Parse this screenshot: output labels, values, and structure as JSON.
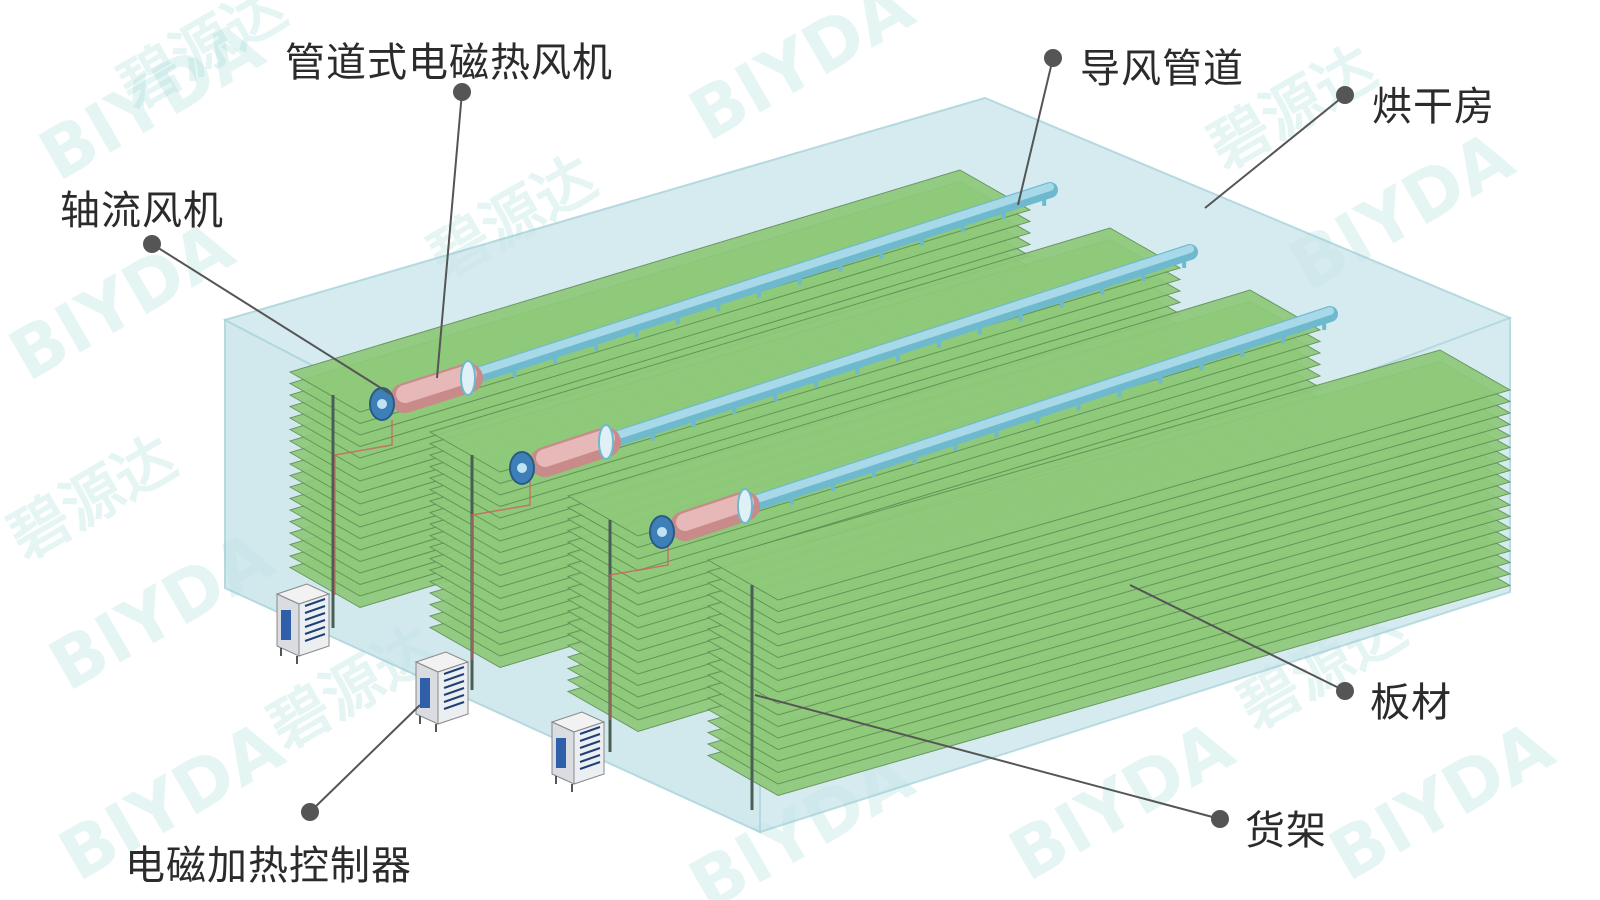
{
  "labels": {
    "axial_fan": "轴流风机",
    "duct_heater": "管道式电磁热风机",
    "air_duct": "导风管道",
    "drying_room": "烘干房",
    "board": "板材",
    "rack": "货架",
    "controller": "电磁加热控制器"
  },
  "watermark": {
    "latin": "BIYDA",
    "chinese": "碧源达"
  },
  "colors": {
    "room_glass": "#bfe1e6",
    "board_green": "#8fc97a",
    "duct_blue": "#a8d9e8",
    "heater_pink": "#e7b8b8",
    "leader_line": "#555555",
    "watermark": "#7dcdc8"
  }
}
